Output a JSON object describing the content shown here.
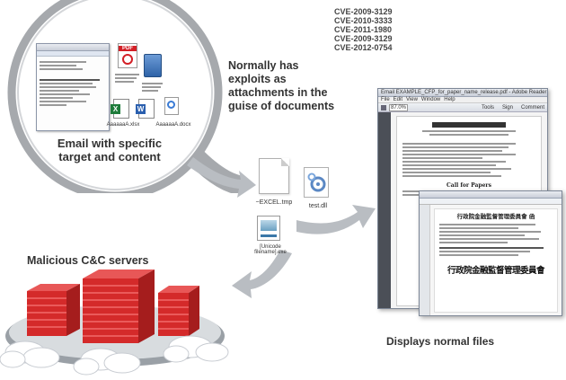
{
  "cve_list": [
    "CVE-2009-3129",
    "CVE-2010-3333",
    "CVE-2011-1980",
    "CVE-2009-3129",
    "CVE-2012-0754"
  ],
  "labels": {
    "email": "Email with specific target and content",
    "exploits": "Normally has exploits as attachments in the guise of documents",
    "servers": "Malicious C&C servers",
    "normal_files": "Displays normal files"
  },
  "email_icons": {
    "pdf_badge": "PDF",
    "attachment_1": "AaaaaaA.xlsx",
    "attachment_2": "AaaaaaA.docx"
  },
  "files": {
    "excel_tmp": "~EXCEL.tmp",
    "dll": "test.dll",
    "exe": "[Unicode filename].exe"
  },
  "reader_window": {
    "title": "Email EXAMPLE_CFP_for_paper_name_release.pdf - Adobe Reader",
    "menu": [
      "File",
      "Edit",
      "View",
      "Window",
      "Help"
    ],
    "zoom": "87.0%",
    "tools": [
      "Tools",
      "Sign",
      "Comment"
    ],
    "cfp": "Call for Papers"
  },
  "front_window": {
    "header": "行政院金融監督管理委員會 函",
    "seal": "行政院金融監督管理委員會"
  },
  "colors": {
    "server_red": "#d42a2a",
    "arrow_gray": "#b9bdc2",
    "lens_gray": "#a6a9ad"
  }
}
